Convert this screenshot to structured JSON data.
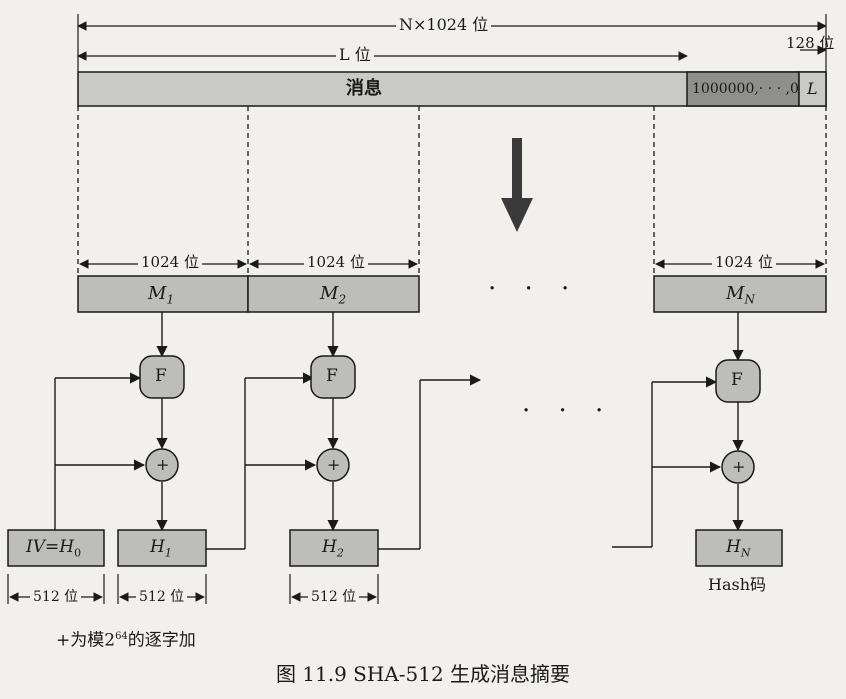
{
  "top": {
    "total_length": "N×1024 位",
    "message_length": "L 位",
    "length_field_bits": "128 位"
  },
  "message_bar": {
    "message_label": "消息",
    "padding_label": "1000000,· · · ,0",
    "length_label": "L"
  },
  "blocks": {
    "size_label": "1024 位",
    "m1": "M",
    "m1_sub": "1",
    "m2": "M",
    "m2_sub": "2",
    "mn": "M",
    "mn_sub": "N"
  },
  "nodes": {
    "f_label": "F",
    "add_label": "+"
  },
  "hashes": {
    "iv": "IV=H",
    "iv_sub": "0",
    "h1": "H",
    "h1_sub": "1",
    "h2": "H",
    "h2_sub": "2",
    "hn": "H",
    "hn_sub": "N",
    "width_label": "512 位",
    "output_label": "Hash码"
  },
  "ellipsis": "· · ·",
  "note": {
    "text": "+为模2",
    "exp": "64",
    "tail": "的逐字加"
  },
  "caption": "图 11.9   SHA-512 生成消息摘要"
}
